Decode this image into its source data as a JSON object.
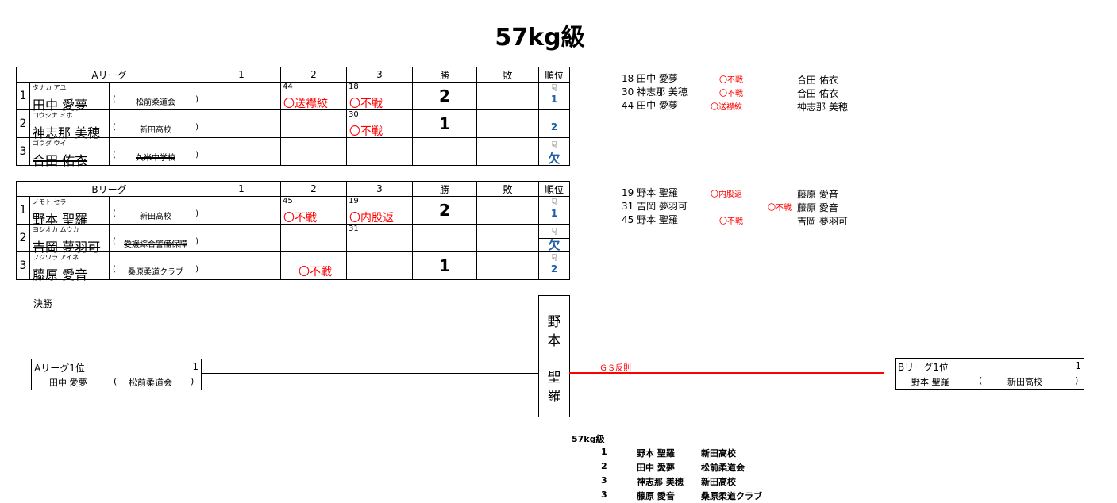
{
  "title": "57kg級",
  "headers": {
    "cols": [
      "1",
      "2",
      "3"
    ],
    "wins": "勝",
    "losses": "敗",
    "rank": "順位"
  },
  "leagues": [
    {
      "name": "Aリーグ",
      "players": [
        {
          "no": "1",
          "kana": "タナカ アユ",
          "name": "田中 愛夢",
          "school": "松前柔道会",
          "withdrawn": false,
          "cells": [
            null,
            {
              "match": "44",
              "result": "〇送襟絞"
            },
            {
              "match": "18",
              "result": "〇不戦"
            }
          ],
          "wins": "2",
          "losses": "",
          "rank": "1",
          "rank_icon": true,
          "absent": false
        },
        {
          "no": "2",
          "kana": "コウシナ ミホ",
          "name": "神志那 美穂",
          "school": "新田高校",
          "withdrawn": false,
          "cells": [
            null,
            null,
            {
              "match": "30",
              "result": "〇不戦"
            }
          ],
          "wins": "1",
          "losses": "",
          "rank": "2",
          "rank_icon": false,
          "absent": false
        },
        {
          "no": "3",
          "kana": "ゴウダ ウイ",
          "name": "合田 佑衣",
          "school": "久米中学校",
          "withdrawn": true,
          "cells": [
            null,
            null,
            null
          ],
          "wins": "",
          "losses": "",
          "rank": "欠",
          "rank_icon": true,
          "absent": true
        }
      ],
      "results": [
        {
          "match": "18",
          "winner": "田中 愛夢",
          "result": "〇不戦",
          "loser": "合田 佑衣"
        },
        {
          "match": "30",
          "winner": "神志那 美穂",
          "result": "〇不戦",
          "loser": "合田 佑衣"
        },
        {
          "match": "44",
          "winner": "田中 愛夢",
          "result": "〇送襟絞",
          "loser": "神志那 美穂"
        }
      ]
    },
    {
      "name": "Bリーグ",
      "players": [
        {
          "no": "1",
          "kana": "ノモト セラ",
          "name": "野本 聖羅",
          "school": "新田高校",
          "withdrawn": false,
          "cells": [
            null,
            {
              "match": "45",
              "result": "〇不戦"
            },
            {
              "match": "19",
              "result": "〇内股返"
            }
          ],
          "wins": "2",
          "losses": "",
          "rank": "1",
          "rank_icon": true,
          "absent": false
        },
        {
          "no": "2",
          "kana": "ヨシオカ ムウカ",
          "name": "吉岡 夢羽可",
          "school": "愛媛綜合警備保障",
          "withdrawn": true,
          "cells": [
            null,
            null,
            {
              "match": "31",
              "result": ""
            }
          ],
          "wins": "",
          "losses": "",
          "rank": "欠",
          "rank_icon": true,
          "absent": true
        },
        {
          "no": "3",
          "kana": "フジワラ アイネ",
          "name": "藤原 愛音",
          "school": "桑原柔道クラブ",
          "withdrawn": false,
          "cells": [
            null,
            {
              "match": "",
              "result": "〇不戦"
            },
            null
          ],
          "wins": "1",
          "losses": "",
          "rank": "2",
          "rank_icon": true,
          "absent": false
        }
      ],
      "results": [
        {
          "match": "19",
          "winner": "野本 聖羅",
          "result": "〇内股返",
          "loser": "藤原 愛音"
        },
        {
          "match": "31",
          "winner": "吉岡 夢羽可",
          "result": "〇不戦",
          "loser": "藤原 愛音"
        },
        {
          "match": "45",
          "winner": "野本 聖羅",
          "result": "〇不戦",
          "loser": "吉岡 夢羽可"
        }
      ]
    }
  ],
  "final": {
    "label": "決勝",
    "a": {
      "title": "Aリーグ1位",
      "seed": "1",
      "name": "田中 愛夢",
      "school": "松前柔道会"
    },
    "b": {
      "title": "Bリーグ1位",
      "seed": "1",
      "name": "野本 聖羅",
      "school": "新田高校"
    },
    "winner": [
      "野",
      "本",
      "聖",
      "羅"
    ],
    "result": "ＧＳ反則",
    "win_color": "#ff0000"
  },
  "standings": {
    "title": "57kg級",
    "rows": [
      {
        "place": "1",
        "name": "野本 聖羅",
        "school": "新田高校"
      },
      {
        "place": "2",
        "name": "田中 愛夢",
        "school": "松前柔道会"
      },
      {
        "place": "3",
        "name": "神志那 美穂",
        "school": "新田高校"
      },
      {
        "place": "3",
        "name": "藤原 愛音",
        "school": "桑原柔道クラブ"
      }
    ]
  },
  "paren_open": "(",
  "paren_close": ")"
}
